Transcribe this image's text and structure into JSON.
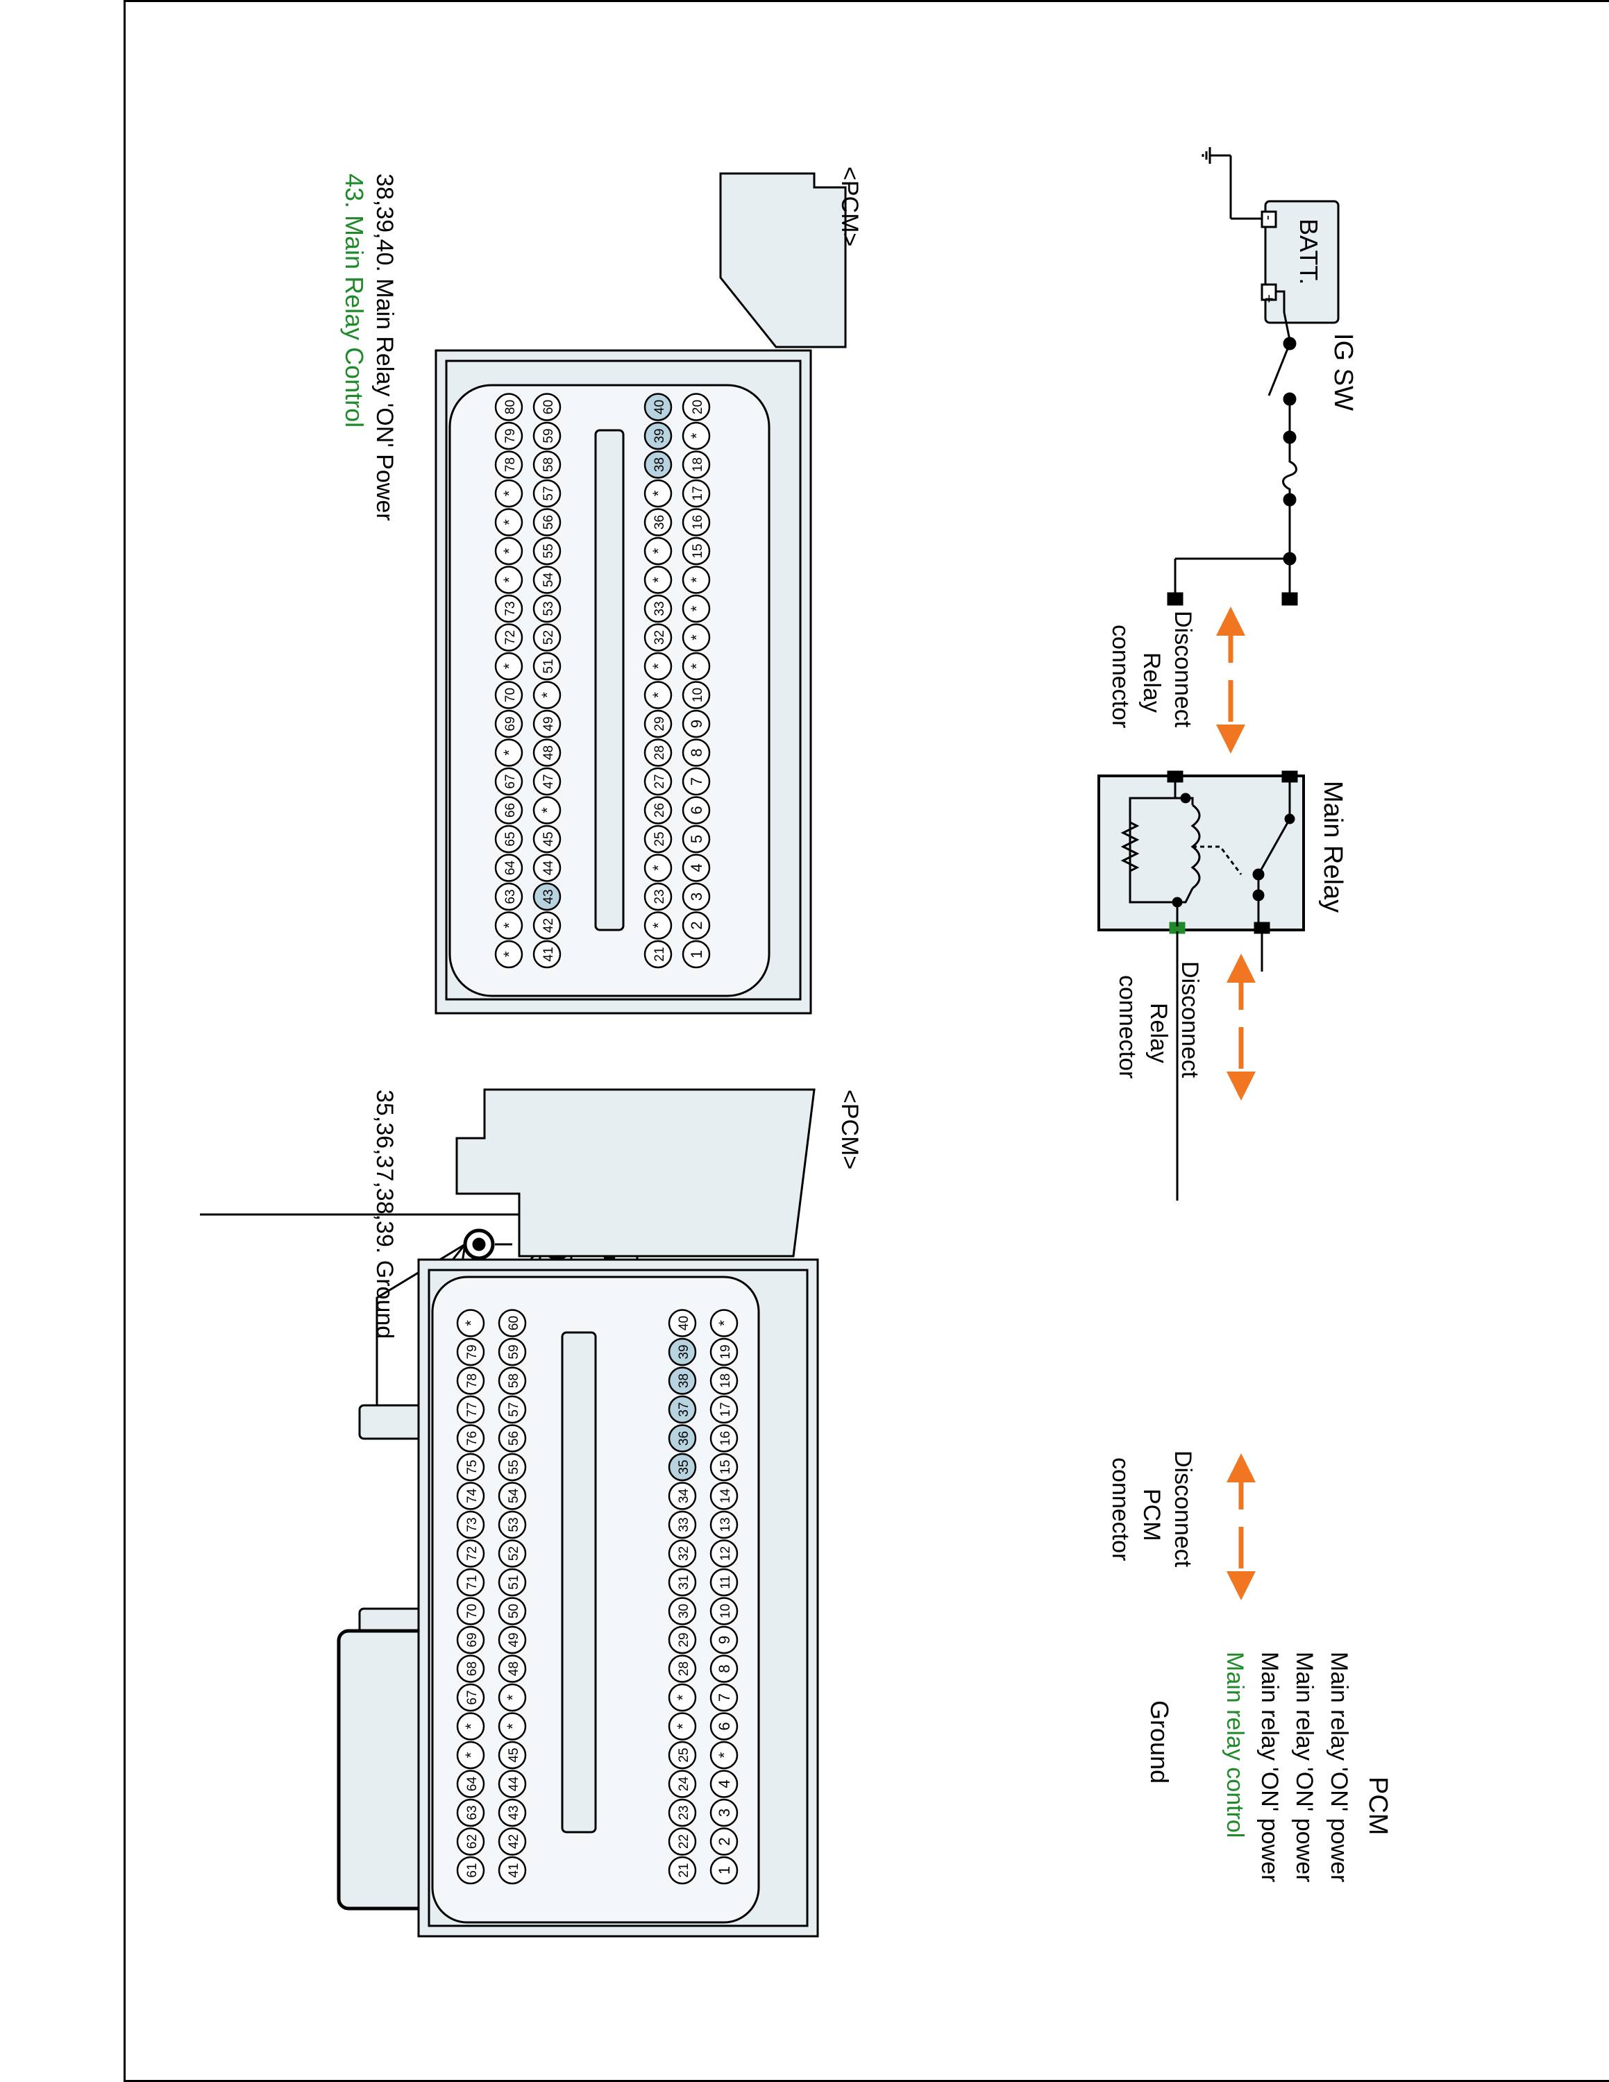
{
  "colors": {
    "wire": "#000000",
    "ground_wire": "#1f2bd6",
    "arrow": "#f07622",
    "control": "#1f8a2a",
    "highlight": "#b8d3e0",
    "connector_fill": "#e7eef2"
  },
  "circuit": {
    "ig_sw": "IG SW",
    "batt": "BATT.",
    "batt_plus": "+",
    "batt_minus": "-",
    "disconnect_relay_1": [
      "Disconnect",
      "Relay",
      "connector"
    ],
    "main_relay": "Main Relay",
    "disconnect_relay_2": [
      "Disconnect",
      "Relay",
      "connector"
    ],
    "disconnect_pcm": [
      "Disconnect",
      "PCM",
      "connector"
    ],
    "pcm_title": "PCM",
    "pcm_labels": [
      "Main relay 'ON' power",
      "Main relay 'ON' power",
      "Main relay 'ON' power",
      "Main relay control"
    ],
    "ground": "Ground"
  },
  "connector_left": {
    "title": "<PCM>",
    "rows": [
      [
        "1",
        "2",
        "3",
        "4",
        "5",
        "6",
        "7",
        "8",
        "9",
        "10",
        "*",
        "*",
        "*",
        "*",
        "15",
        "16",
        "17",
        "18",
        "*",
        "20"
      ],
      [
        "21",
        "*",
        "23",
        "*",
        "25",
        "26",
        "27",
        "28",
        "29",
        "*",
        "*",
        "32",
        "33",
        "*",
        "*",
        "36",
        "*",
        "38",
        "39",
        "40"
      ],
      [
        "41",
        "42",
        "43",
        "44",
        "45",
        "*",
        "47",
        "48",
        "49",
        "*",
        "51",
        "52",
        "53",
        "54",
        "55",
        "56",
        "57",
        "58",
        "59",
        "60"
      ],
      [
        "*",
        "*",
        "63",
        "64",
        "65",
        "66",
        "67",
        "*",
        "69",
        "70",
        "*",
        "72",
        "73",
        "*",
        "*",
        "*",
        "*",
        "78",
        "79",
        "80"
      ]
    ],
    "highlighted": [
      "38",
      "39",
      "40",
      "43"
    ],
    "caption_1": "38,39,40. Main Relay 'ON' Power",
    "caption_2": "43. Main Relay  Control"
  },
  "connector_right": {
    "title": "<PCM>",
    "rows": [
      [
        "1",
        "2",
        "3",
        "4",
        "*",
        "6",
        "7",
        "8",
        "9",
        "10",
        "11",
        "12",
        "13",
        "14",
        "15",
        "16",
        "17",
        "18",
        "19",
        "*"
      ],
      [
        "21",
        "22",
        "23",
        "24",
        "25",
        "*",
        "*",
        "28",
        "29",
        "30",
        "31",
        "32",
        "33",
        "34",
        "35",
        "36",
        "37",
        "38",
        "39",
        "40"
      ],
      [
        "41",
        "42",
        "43",
        "44",
        "45",
        "*",
        "*",
        "48",
        "49",
        "50",
        "51",
        "52",
        "53",
        "54",
        "55",
        "56",
        "57",
        "58",
        "59",
        "60"
      ],
      [
        "61",
        "62",
        "63",
        "64",
        "*",
        "*",
        "67",
        "68",
        "69",
        "70",
        "71",
        "72",
        "73",
        "74",
        "75",
        "76",
        "77",
        "78",
        "79",
        "*"
      ]
    ],
    "highlighted": [
      "35",
      "36",
      "37",
      "38",
      "39"
    ],
    "caption_1": "35,36,37,38,39. Ground"
  }
}
